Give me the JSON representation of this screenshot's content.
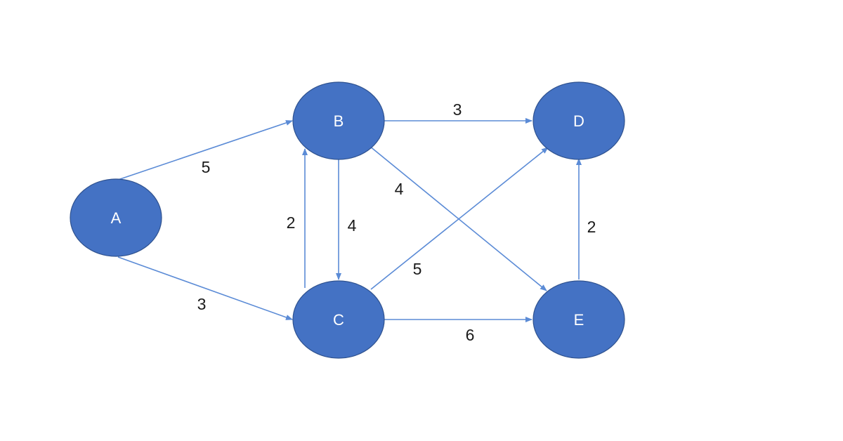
{
  "colors": {
    "node_fill": "#4472C4",
    "node_stroke": "#2F528F",
    "edge": "#5B8BD6",
    "label": "#1a1a1a",
    "background": "#ffffff"
  },
  "nodes": [
    {
      "id": "A",
      "label": "A"
    },
    {
      "id": "B",
      "label": "B"
    },
    {
      "id": "C",
      "label": "C"
    },
    {
      "id": "D",
      "label": "D"
    },
    {
      "id": "E",
      "label": "E"
    }
  ],
  "edges": [
    {
      "from": "A",
      "to": "B",
      "weight": "5"
    },
    {
      "from": "A",
      "to": "C",
      "weight": "3"
    },
    {
      "from": "B",
      "to": "D",
      "weight": "3"
    },
    {
      "from": "B",
      "to": "C",
      "weight": "4"
    },
    {
      "from": "C",
      "to": "B",
      "weight": "2"
    },
    {
      "from": "B",
      "to": "E",
      "weight": "4"
    },
    {
      "from": "C",
      "to": "D",
      "weight": "5"
    },
    {
      "from": "C",
      "to": "E",
      "weight": "6"
    },
    {
      "from": "E",
      "to": "D",
      "weight": "2"
    }
  ]
}
